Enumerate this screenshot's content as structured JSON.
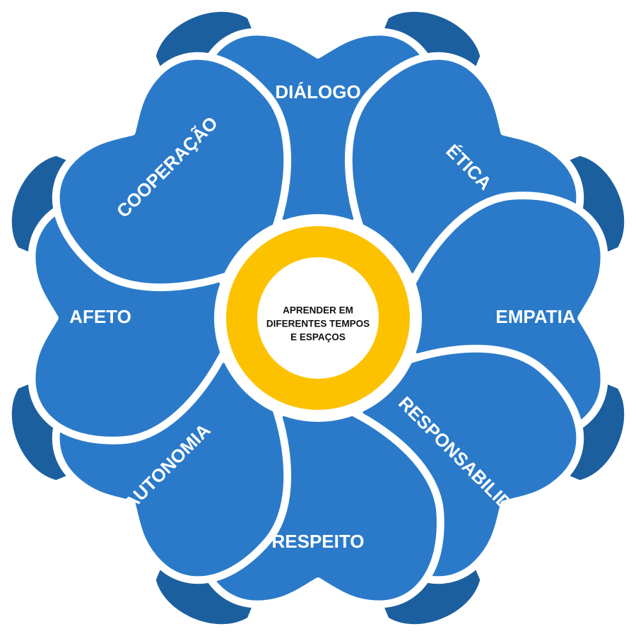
{
  "center": {
    "lines": [
      "APRENDER EM",
      "DIFERENTES TEMPOS",
      "E ESPAÇOS"
    ]
  },
  "petals": [
    {
      "id": "dialogo",
      "label": "DIÁLOGO"
    },
    {
      "id": "etica",
      "label": "ÉTICA"
    },
    {
      "id": "empatia",
      "label": "EMPATIA"
    },
    {
      "id": "responsabilidade",
      "label": "RESPONSABILIDADE"
    },
    {
      "id": "respeito",
      "label": "RESPEITO"
    },
    {
      "id": "autonomia",
      "label": "AUTONOMIA"
    },
    {
      "id": "afeto",
      "label": "AFETO"
    },
    {
      "id": "cooperacao",
      "label": "COOPERAÇÃO"
    }
  ],
  "colors": {
    "petal": "#2a7ac9",
    "back_petal": "#1c5f9f",
    "petal_outline": "#ffffff",
    "ring": "#fcc200",
    "center_fill": "#ffffff",
    "center_text": "#111111",
    "background": "#ffffff"
  }
}
